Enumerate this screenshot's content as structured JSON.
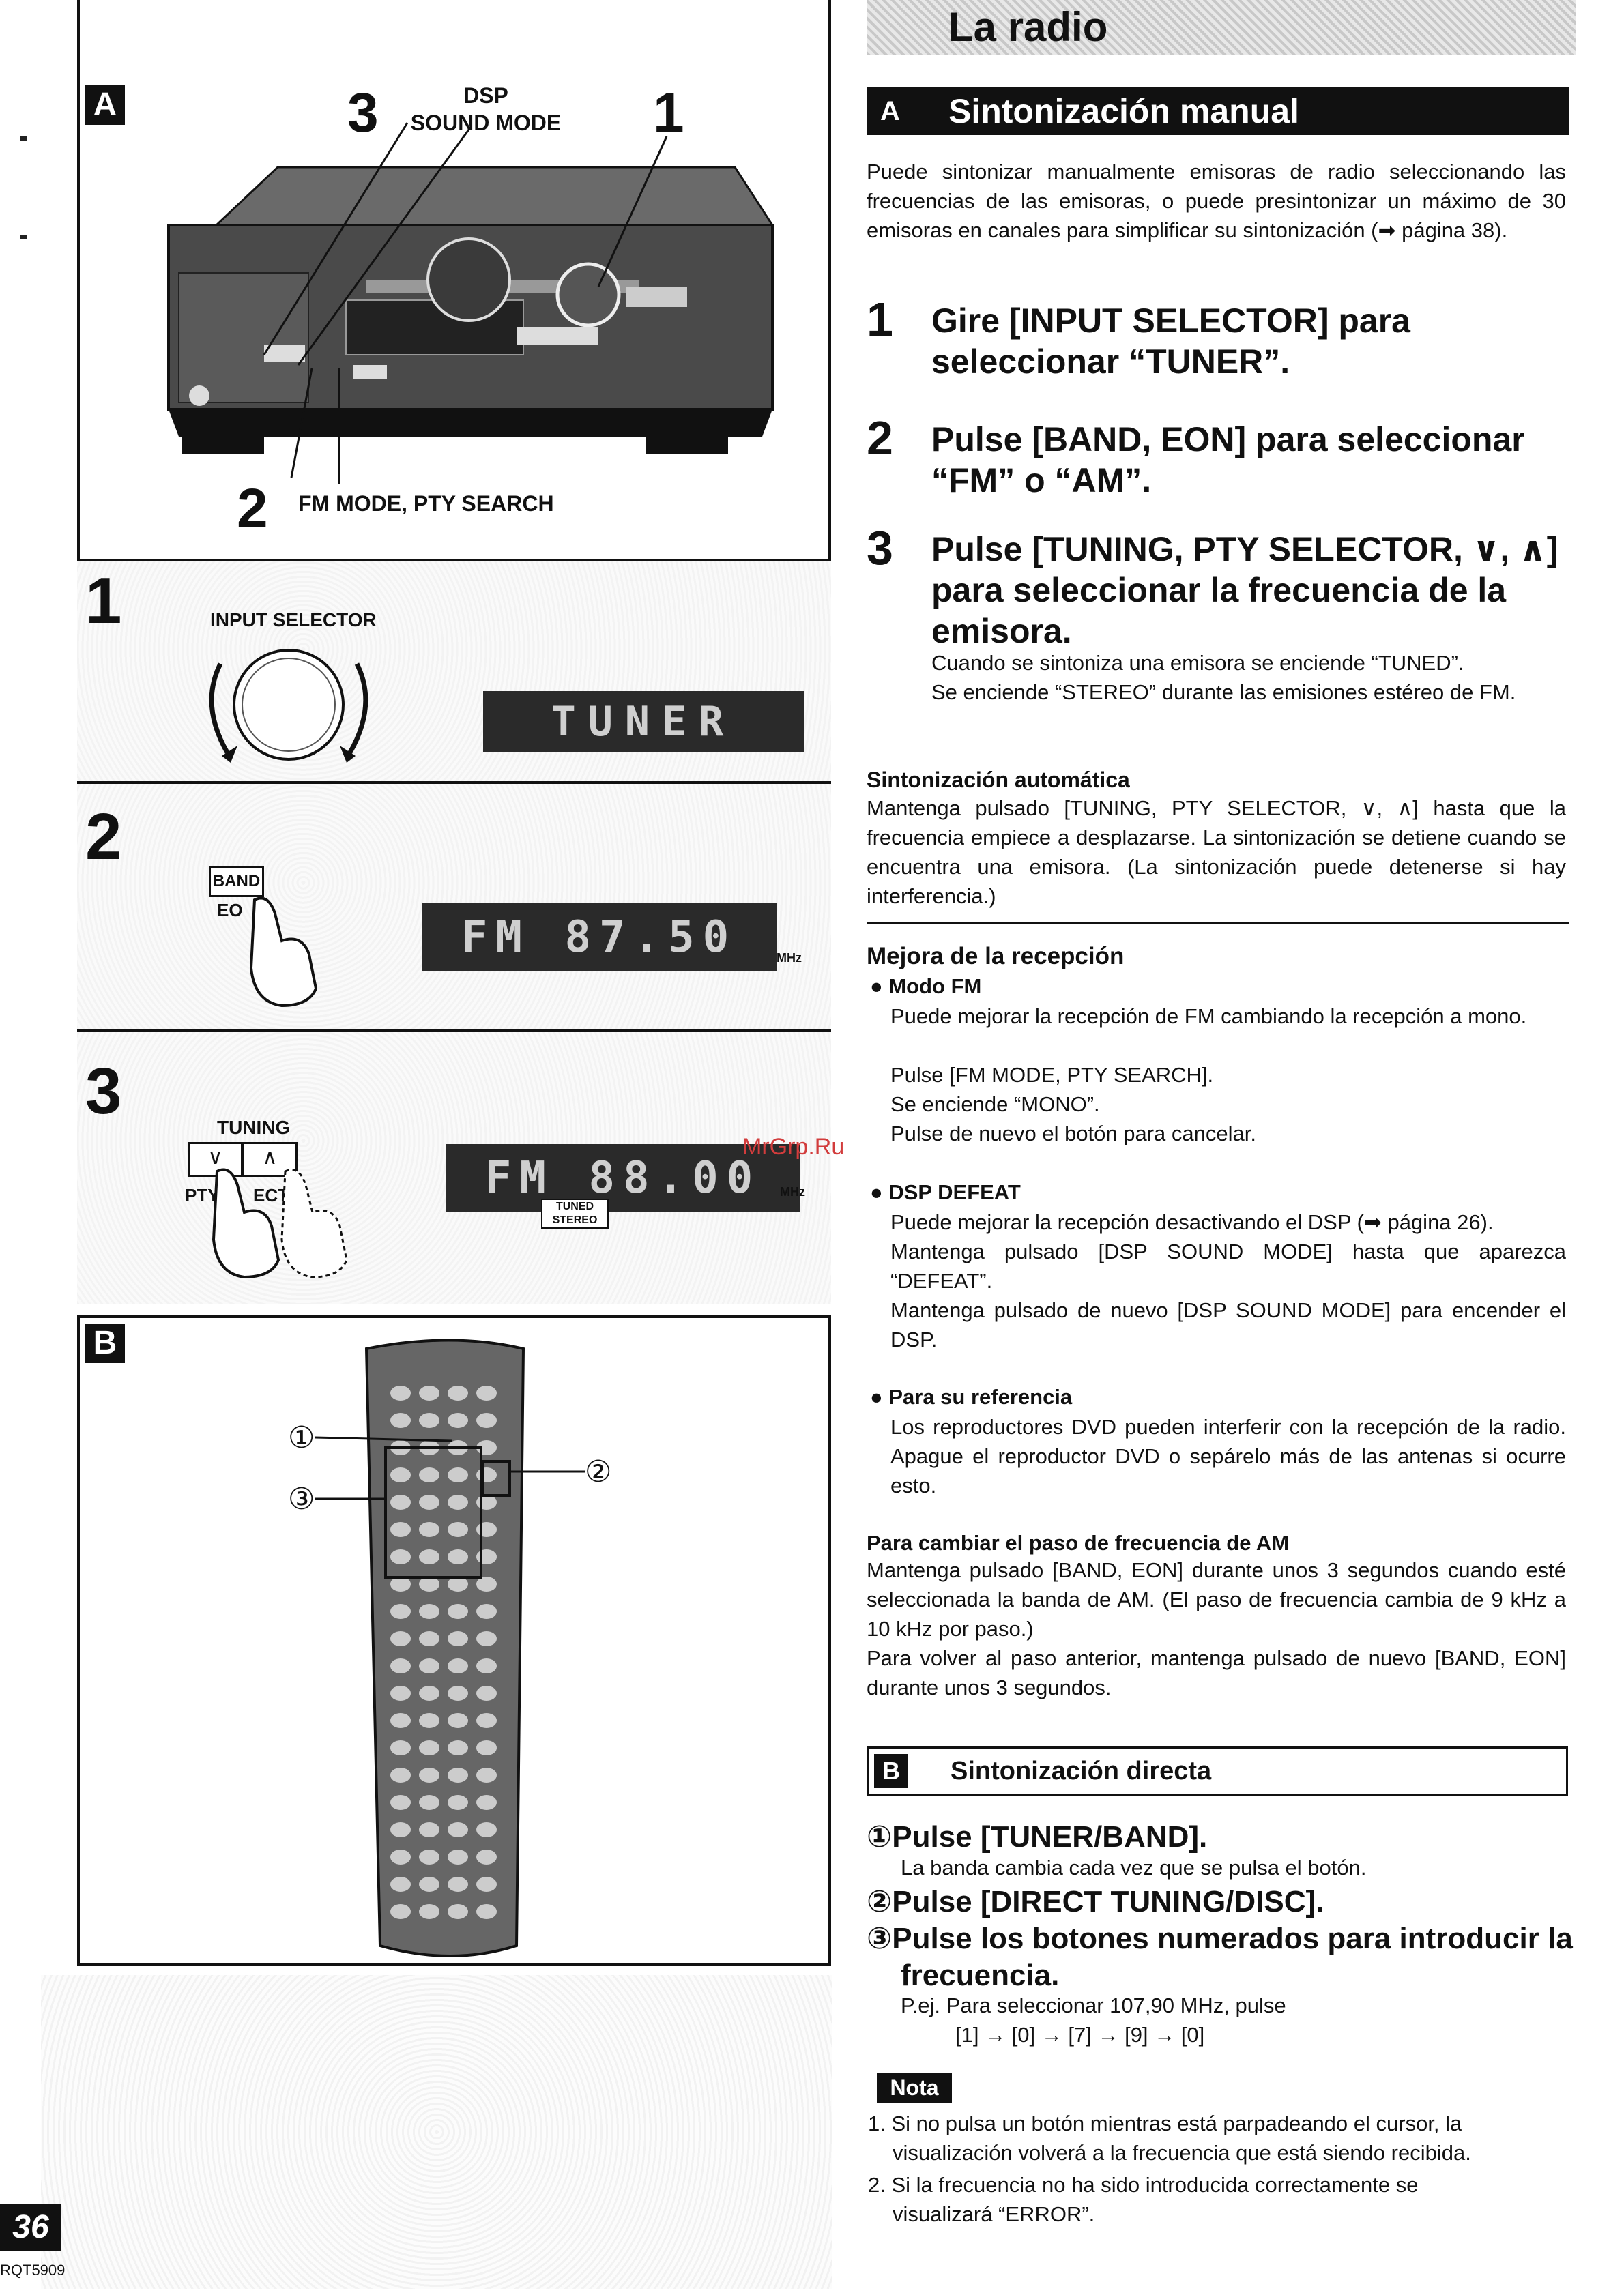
{
  "header": {
    "title": "La radio"
  },
  "left": {
    "panel_a": {
      "letter": "A",
      "callout_3": "3",
      "callout_1": "1",
      "callout_2": "2",
      "dsp_label": "DSP\nSOUND MODE",
      "fm_mode_label": "FM MODE, PTY SEARCH"
    },
    "step1": {
      "num": "1",
      "knob_label": "INPUT SELECTOR",
      "display": "TUNER"
    },
    "step2": {
      "num": "2",
      "button_label": "BAND",
      "button_sub": "EO",
      "display": "FM 87.50",
      "unit": "MHz"
    },
    "step3": {
      "num": "3",
      "tuning_label": "TUNING",
      "pty_label": "PTY",
      "sel_label": "ECT",
      "display": "FM 88.00",
      "unit": "MHz",
      "tuned": "TUNED",
      "stereo": "STEREO"
    },
    "panel_b": {
      "letter": "B",
      "c1": "①",
      "c2": "②",
      "c3": "③"
    },
    "watermark": "MrGrp.Ru"
  },
  "section_a": {
    "letter": "A",
    "title": "Sintonización manual",
    "intro": "Puede sintonizar manualmente emisoras de radio seleccionando las frecuencias de las emisoras, o puede presintonizar un máximo de 30 emisoras en canales para simplificar su sintonización (➡ página 38).",
    "steps": [
      {
        "num": "1",
        "title": "Gire [INPUT SELECTOR] para seleccionar “TUNER”."
      },
      {
        "num": "2",
        "title": "Pulse [BAND, EON] para seleccionar “FM” o “AM”."
      },
      {
        "num": "3",
        "title": "Pulse [TUNING, PTY SELECTOR, ∨, ∧] para seleccionar la frecuencia de la emisora."
      }
    ],
    "step3_note1": "Cuando se sintoniza una emisora se enciende “TUNED”.",
    "step3_note2": "Se enciende “STEREO” durante las emisiones estéreo de FM.",
    "auto_title": "Sintonización automática",
    "auto_text": "Mantenga pulsado [TUNING, PTY SELECTOR, ∨, ∧] hasta que la frecuencia empiece a desplazarse. La sintonización se detiene cuando se encuentra una emisora. (La sintonización puede detenerse si hay interferencia.)",
    "improve_title": "Mejora de la recepción",
    "fm_mode_title": "● Modo FM",
    "fm_mode_lines": [
      "Puede mejorar la recepción de FM cambiando la recepción a mono.",
      "Pulse [FM MODE, PTY SEARCH].",
      "Se enciende “MONO”.",
      "Pulse de nuevo el botón para cancelar."
    ],
    "dsp_title": "● DSP DEFEAT",
    "dsp_lines": [
      "Puede mejorar la recepción desactivando el DSP (➡ página 26).",
      "Mantenga pulsado [DSP SOUND MODE] hasta que aparezca “DEFEAT”.",
      "Mantenga pulsado de nuevo [DSP SOUND MODE] para encender el DSP."
    ],
    "ref_title": "● Para su referencia",
    "ref_text": "Los reproductores DVD pueden interferir con la recepción de la radio. Apague el reproductor DVD o sepárelo más de las antenas si ocurre esto.",
    "step_title": "Para cambiar el paso de frecuencia de AM",
    "step_text1": "Mantenga pulsado [BAND, EON] durante unos 3 segundos cuando esté seleccionada la banda de AM. (El paso de frecuencia cambia de 9 kHz a 10 kHz por paso.)",
    "step_text2": "Para volver al paso anterior, mantenga pulsado de nuevo [BAND, EON] durante unos 3 segundos."
  },
  "section_b": {
    "letter": "B",
    "title": "Sintonización directa",
    "s1": "①Pulse [TUNER/BAND].",
    "s1_note": "La banda cambia cada vez que se pulsa el botón.",
    "s2": "②Pulse [DIRECT TUNING/DISC].",
    "s3a": "③Pulse los botones numerados para introducir la",
    "s3b": "frecuencia.",
    "example1": "P.ej. Para seleccionar 107,90 MHz, pulse",
    "example2": "[1] → [0] → [7] → [9] → [0]",
    "nota": "Nota",
    "note1a": "1. Si no pulsa un botón mientras está parpadeando el cursor, la",
    "note1b": "visualización volverá a la frecuencia que está siendo recibida.",
    "note2a": "2. Si la frecuencia no ha sido introducida correctamente se",
    "note2b": "visualizará “ERROR”."
  },
  "footer": {
    "page_number": "36",
    "code": "RQT5909"
  }
}
